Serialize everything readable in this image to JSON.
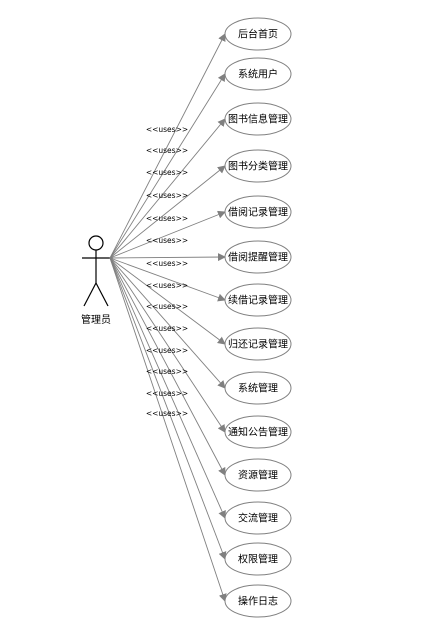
{
  "actor": {
    "name": "管理员"
  },
  "relation_label": "<<uses>>",
  "use_cases": [
    "后台首页",
    "系统用户",
    "图书信息管理",
    "图书分类管理",
    "借阅记录管理",
    "借阅提醒管理",
    "续借记录管理",
    "归还记录管理",
    "系统管理",
    "通知公告管理",
    "资源管理",
    "交流管理",
    "权限管理",
    "操作日志"
  ],
  "colors": {
    "stroke": "#808080",
    "text": "#000000",
    "actor": "#000000"
  }
}
